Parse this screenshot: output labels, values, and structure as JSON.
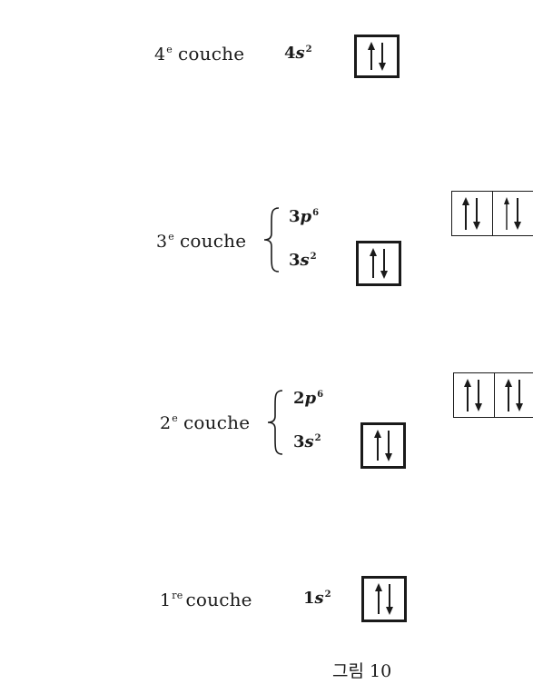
{
  "shells": [
    {
      "label_num": "4",
      "label_sup": "e",
      "label_word": "couche",
      "orbitals": [
        {
          "prefix": "4",
          "letter": "s",
          "exp": "2"
        }
      ]
    },
    {
      "label_num": "3",
      "label_sup": "e",
      "label_word": "couche",
      "orbitals": [
        {
          "prefix": "3",
          "letter": "p",
          "exp": "6"
        },
        {
          "prefix": "3",
          "letter": "s",
          "exp": "2"
        }
      ]
    },
    {
      "label_num": "2",
      "label_sup": "e",
      "label_word": "couche",
      "orbitals": [
        {
          "prefix": "2",
          "letter": "p",
          "exp": "6"
        },
        {
          "prefix": "3",
          "letter": "s",
          "exp": "2"
        }
      ]
    },
    {
      "label_num": "1",
      "label_sup": "re",
      "label_word": "couche",
      "orbitals": [
        {
          "prefix": "1",
          "letter": "s",
          "exp": "2"
        }
      ]
    }
  ],
  "caption": "그림 10"
}
